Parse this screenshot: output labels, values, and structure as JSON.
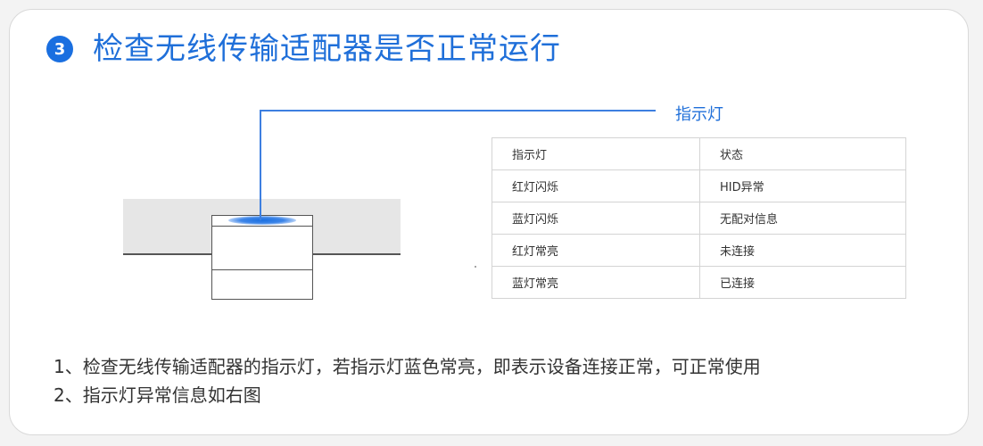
{
  "heading": {
    "step_number": "3",
    "title": "检查无线传输适配器是否正常运行"
  },
  "diagram": {
    "callout_label": "指示灯",
    "indicator_color": "#1a6fe0"
  },
  "table": {
    "headers": [
      "指示灯",
      "状态"
    ],
    "rows": [
      [
        "红灯闪烁",
        "HID异常"
      ],
      [
        "蓝灯闪烁",
        "无配对信息"
      ],
      [
        "红灯常亮",
        "未连接"
      ],
      [
        "蓝灯常亮",
        "已连接"
      ]
    ]
  },
  "notes": [
    "1、检查无线传输适配器的指示灯，若指示灯蓝色常亮，即表示设备连接正常，可正常使用",
    "2、指示灯异常信息如右图"
  ],
  "colors": {
    "accent": "#1f6fd9",
    "badge": "#1a6fe0"
  }
}
